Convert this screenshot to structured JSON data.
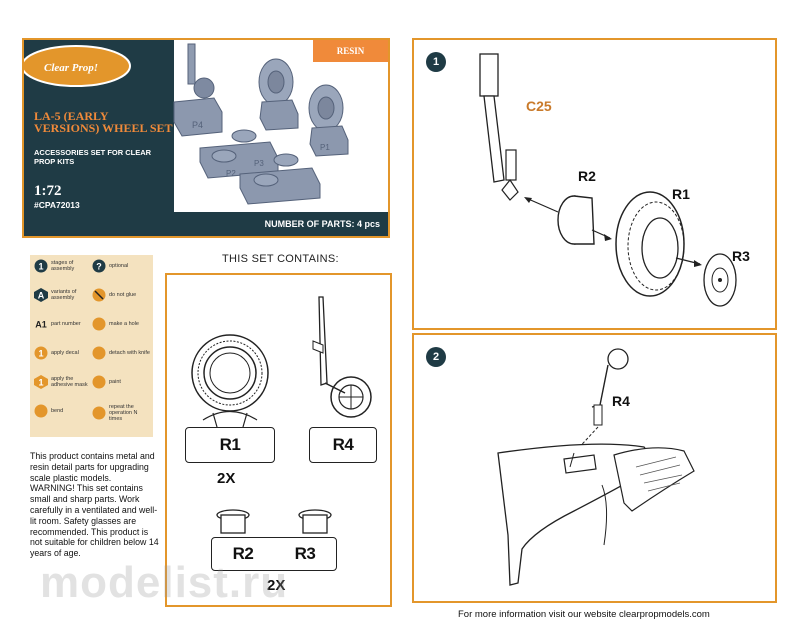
{
  "header": {
    "logo_text": "Clear Prop!",
    "resin_tag": "RESIN",
    "title": "LA-5 (EARLY VERSIONS) WHEEL SET",
    "subtitle": "ACCESSORIES SET FOR CLEAR PROP KITS",
    "scale": "1:72",
    "code": "#CPA72013",
    "parts_count": "NUMBER OF PARTS: 4 pcs",
    "part_marks": [
      "P4",
      "P1",
      "P3",
      "P2"
    ]
  },
  "legend": {
    "items": [
      {
        "icon": "stage-number-icon",
        "glyph": "1",
        "text": "stages of assembly"
      },
      {
        "icon": "optional-icon",
        "glyph": "?",
        "text": "optional"
      },
      {
        "icon": "variant-icon",
        "glyph": "A",
        "text": "variants of assembly"
      },
      {
        "icon": "do-not-glue-icon",
        "glyph": "",
        "text": "do not glue"
      },
      {
        "icon": "part-number-icon",
        "glyph": "A1",
        "text": "part number"
      },
      {
        "icon": "make-hole-icon",
        "glyph": "",
        "text": "make a hole"
      },
      {
        "icon": "apply-decal-icon",
        "glyph": "1",
        "text": "apply decal"
      },
      {
        "icon": "detach-knife-icon",
        "glyph": "",
        "text": "detach with knife"
      },
      {
        "icon": "adhesive-mask-icon",
        "glyph": "1",
        "text": "apply the adhesive mask"
      },
      {
        "icon": "paint-icon",
        "glyph": "",
        "text": "paint"
      },
      {
        "icon": "bend-icon",
        "glyph": "",
        "text": "bend"
      },
      {
        "icon": "repeat-icon",
        "glyph": "",
        "text": "repeat the operation N times"
      }
    ]
  },
  "blurb": {
    "p1": "This product contains metal and resin detail parts for upgrading scale plastic models.",
    "p2": "WARNING! This set contains small and sharp parts. Work carefully in a ventilated and well-lit room. Safety glasses are recommended. This product is not suitable for children below 14 years of age."
  },
  "contents": {
    "title": "THIS SET CONTAINS:",
    "r1": "R1",
    "r4": "R4",
    "r2": "R2",
    "r3": "R3",
    "qty_top": "2X",
    "qty_bottom": "2X"
  },
  "step1": {
    "number": "1",
    "labels": {
      "c25": "C25",
      "r2": "R2",
      "r1": "R1",
      "r3": "R3"
    }
  },
  "step2": {
    "number": "2",
    "labels": {
      "r4": "R4"
    }
  },
  "footer": "For more information visit our website clearpropmodels.com",
  "watermark": "modelist.ru",
  "colors": {
    "accent": "#e3962b",
    "dark": "#1f3b45",
    "orange": "#f08a3a",
    "legend_bg": "#f4e2bf"
  }
}
